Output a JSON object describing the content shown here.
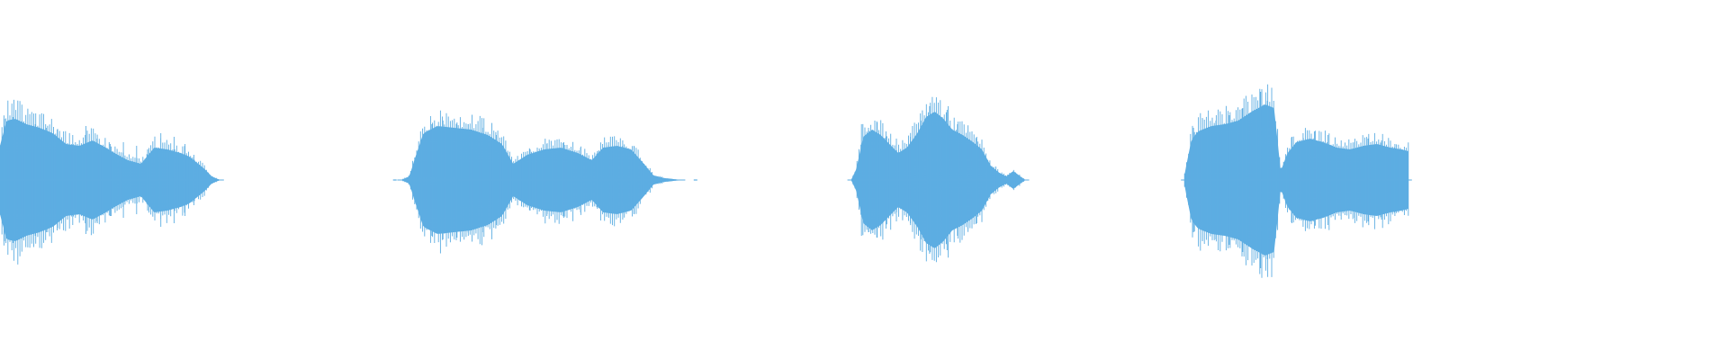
{
  "waveform": {
    "color": "#5dade2",
    "background": "#ffffff",
    "visible_fraction_of_total": 0.815,
    "segments": [
      {
        "name": "burst-1",
        "start": 0.0,
        "end": 0.1275,
        "envelope": [
          [
            0.0,
            0.38
          ],
          [
            0.03,
            0.66
          ],
          [
            0.07,
            0.68
          ],
          [
            0.12,
            0.62
          ],
          [
            0.18,
            0.58
          ],
          [
            0.24,
            0.52
          ],
          [
            0.3,
            0.4
          ],
          [
            0.36,
            0.38
          ],
          [
            0.42,
            0.44
          ],
          [
            0.48,
            0.36
          ],
          [
            0.52,
            0.3
          ],
          [
            0.58,
            0.22
          ],
          [
            0.64,
            0.18
          ],
          [
            0.7,
            0.36
          ],
          [
            0.76,
            0.34
          ],
          [
            0.82,
            0.3
          ],
          [
            0.86,
            0.26
          ],
          [
            0.9,
            0.18
          ],
          [
            0.93,
            0.12
          ],
          [
            0.96,
            0.04
          ],
          [
            1.0,
            0.0
          ]
        ],
        "spikes": [
          [
            0.02,
            0.68
          ],
          [
            0.06,
            0.7
          ],
          [
            0.1,
            0.66
          ],
          [
            0.16,
            0.62
          ],
          [
            0.21,
            0.58
          ],
          [
            0.26,
            0.56
          ],
          [
            0.33,
            0.5
          ],
          [
            0.39,
            0.6
          ],
          [
            0.44,
            0.46
          ],
          [
            0.5,
            0.4
          ],
          [
            0.56,
            0.42
          ],
          [
            0.62,
            0.38
          ],
          [
            0.67,
            0.34
          ],
          [
            0.73,
            0.52
          ],
          [
            0.79,
            0.48
          ],
          [
            0.84,
            0.4
          ],
          [
            0.88,
            0.28
          ]
        ]
      },
      {
        "name": "burst-2",
        "start": 0.232,
        "end": 0.3945,
        "envelope": [
          [
            0.0,
            0.0
          ],
          [
            0.03,
            0.04
          ],
          [
            0.05,
            0.24
          ],
          [
            0.08,
            0.52
          ],
          [
            0.13,
            0.6
          ],
          [
            0.19,
            0.58
          ],
          [
            0.25,
            0.56
          ],
          [
            0.31,
            0.5
          ],
          [
            0.36,
            0.4
          ],
          [
            0.4,
            0.18
          ],
          [
            0.45,
            0.28
          ],
          [
            0.51,
            0.34
          ],
          [
            0.57,
            0.36
          ],
          [
            0.63,
            0.3
          ],
          [
            0.68,
            0.22
          ],
          [
            0.72,
            0.36
          ],
          [
            0.77,
            0.38
          ],
          [
            0.82,
            0.34
          ],
          [
            0.86,
            0.2
          ],
          [
            0.9,
            0.05
          ],
          [
            0.94,
            0.02
          ],
          [
            0.97,
            0.01
          ],
          [
            1.0,
            0.0
          ]
        ],
        "spikes": [
          [
            0.07,
            0.54
          ],
          [
            0.11,
            0.62
          ],
          [
            0.15,
            0.66
          ],
          [
            0.2,
            0.64
          ],
          [
            0.24,
            0.62
          ],
          [
            0.29,
            0.58
          ],
          [
            0.34,
            0.5
          ],
          [
            0.46,
            0.34
          ],
          [
            0.52,
            0.4
          ],
          [
            0.58,
            0.42
          ],
          [
            0.64,
            0.36
          ],
          [
            0.7,
            0.32
          ],
          [
            0.74,
            0.42
          ],
          [
            0.79,
            0.44
          ],
          [
            0.83,
            0.38
          ]
        ]
      },
      {
        "name": "burst-3",
        "start": 0.4925,
        "end": 0.5935,
        "envelope": [
          [
            0.0,
            0.0
          ],
          [
            0.03,
            0.12
          ],
          [
            0.07,
            0.48
          ],
          [
            0.12,
            0.56
          ],
          [
            0.17,
            0.5
          ],
          [
            0.22,
            0.4
          ],
          [
            0.27,
            0.3
          ],
          [
            0.32,
            0.36
          ],
          [
            0.38,
            0.52
          ],
          [
            0.43,
            0.7
          ],
          [
            0.48,
            0.76
          ],
          [
            0.53,
            0.68
          ],
          [
            0.58,
            0.56
          ],
          [
            0.64,
            0.5
          ],
          [
            0.7,
            0.42
          ],
          [
            0.75,
            0.34
          ],
          [
            0.8,
            0.16
          ],
          [
            0.85,
            0.08
          ],
          [
            0.89,
            0.04
          ],
          [
            0.93,
            0.1
          ],
          [
            0.97,
            0.04
          ],
          [
            1.0,
            0.0
          ]
        ],
        "spikes": [
          [
            0.06,
            0.62
          ],
          [
            0.1,
            0.58
          ],
          [
            0.15,
            0.64
          ],
          [
            0.2,
            0.54
          ],
          [
            0.26,
            0.46
          ],
          [
            0.34,
            0.48
          ],
          [
            0.4,
            0.66
          ],
          [
            0.45,
            0.82
          ],
          [
            0.5,
            0.86
          ],
          [
            0.55,
            0.78
          ],
          [
            0.61,
            0.62
          ],
          [
            0.67,
            0.54
          ],
          [
            0.72,
            0.48
          ]
        ]
      },
      {
        "name": "burst-4",
        "start": 0.6855,
        "end": 0.815,
        "envelope": [
          [
            0.0,
            0.06
          ],
          [
            0.03,
            0.44
          ],
          [
            0.06,
            0.54
          ],
          [
            0.12,
            0.6
          ],
          [
            0.18,
            0.62
          ],
          [
            0.24,
            0.66
          ],
          [
            0.3,
            0.76
          ],
          [
            0.36,
            0.84
          ],
          [
            0.4,
            0.8
          ],
          [
            0.43,
            0.1
          ],
          [
            0.46,
            0.3
          ],
          [
            0.5,
            0.42
          ],
          [
            0.56,
            0.46
          ],
          [
            0.62,
            0.42
          ],
          [
            0.68,
            0.36
          ],
          [
            0.74,
            0.34
          ],
          [
            0.8,
            0.38
          ],
          [
            0.86,
            0.4
          ],
          [
            0.92,
            0.36
          ],
          [
            0.97,
            0.34
          ],
          [
            1.0,
            0.32
          ]
        ],
        "spikes": [
          [
            0.04,
            0.58
          ],
          [
            0.08,
            0.68
          ],
          [
            0.14,
            0.66
          ],
          [
            0.2,
            0.72
          ],
          [
            0.26,
            0.8
          ],
          [
            0.31,
            0.92
          ],
          [
            0.34,
            0.98
          ],
          [
            0.37,
            0.88
          ],
          [
            0.48,
            0.48
          ],
          [
            0.53,
            0.52
          ],
          [
            0.58,
            0.54
          ],
          [
            0.64,
            0.5
          ],
          [
            0.7,
            0.44
          ],
          [
            0.76,
            0.42
          ],
          [
            0.82,
            0.46
          ],
          [
            0.88,
            0.44
          ],
          [
            0.94,
            0.4
          ]
        ]
      }
    ],
    "dots": [
      {
        "name": "noise-dot-1",
        "position": 0.2285,
        "amplitude": 0.01
      },
      {
        "name": "noise-dot-2",
        "position": 0.4025,
        "amplitude": 0.01
      }
    ]
  }
}
